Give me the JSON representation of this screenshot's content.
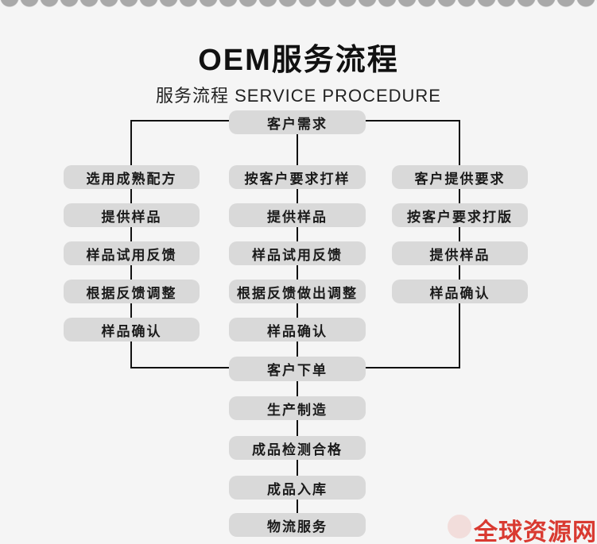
{
  "header": {
    "title": "OEM服务流程",
    "subtitle": "服务流程 SERVICE PROCEDURE"
  },
  "flowchart": {
    "start": "客户需求",
    "left_branch": [
      "选用成熟配方",
      "提供样品",
      "样品试用反馈",
      "根据反馈调整",
      "样品确认"
    ],
    "middle_branch": [
      "按客户要求打样",
      "提供样品",
      "样品试用反馈",
      "根据反馈做出调整",
      "样品确认"
    ],
    "right_branch": [
      "客户提供要求",
      "按客户要求打版",
      "提供样品",
      "样品确认"
    ],
    "merge": "客户下单",
    "tail": [
      "生产制造",
      "成品检测合格",
      "成品入库",
      "物流服务"
    ]
  },
  "watermark": {
    "text": "全球资源网",
    "color": "#d93a31"
  },
  "colors": {
    "background": "#f5f5f5",
    "node_fill": "#d9d9d9",
    "node_text": "#1a1a1a",
    "connector": "#111111",
    "edge_scallop": "#a9a9a9"
  }
}
